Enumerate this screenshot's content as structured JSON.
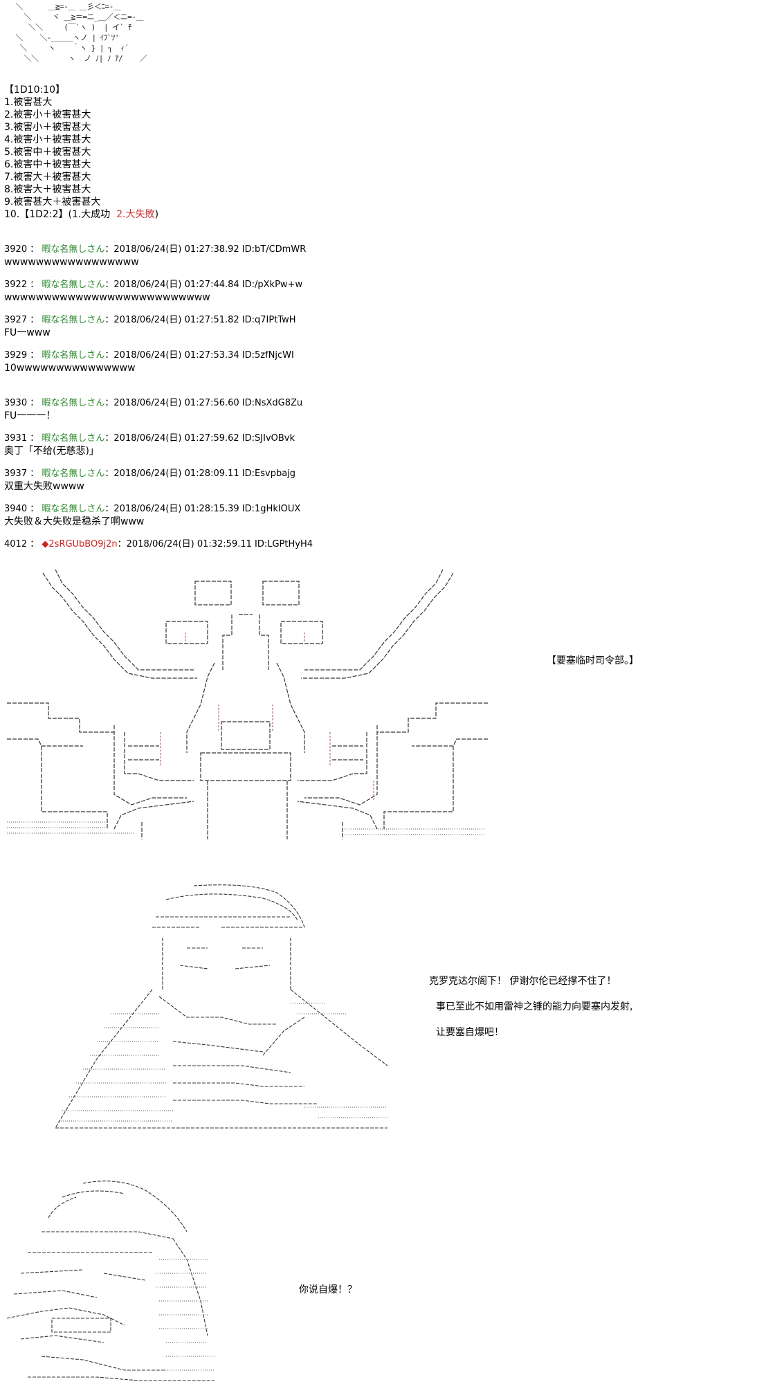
{
  "top_art": {
    "lines": [
      "  ＼      ＿≧=-＿ ＿彡＜ﾆ=-＿",
      "    ＼     ヾ ＿≧＝=ニ_＿／＜ニ=-＿",
      "     ＼＼     (￣`ヽ )  | イ` ﾁ",
      "  ＼    ＼-＿＿＿ヽノ | ｲﾌ`ﾂ'",
      "   ＼     ヽ    ｀ヽ } | ┐  ｨ´",
      "    ＼＼       ヽ  ノ ﾉ| ﾉ ｱ/    ／"
    ]
  },
  "roll_result": {
    "header": "【1D10:10】",
    "items": [
      "1.被害甚大",
      "2.被害小＋被害甚大",
      "3.被害小＋被害甚大",
      "4.被害小＋被害甚大",
      "5.被害中＋被害甚大",
      "6.被害中＋被害甚大",
      "7.被害大＋被害甚大",
      "8.被害大＋被害甚大",
      "9.被害甚大＋被害甚大"
    ],
    "item10_prefix": "10.【1D2:2】(1.大成功",
    "item10_highlight": "2.大失敗",
    "item10_suffix": ")"
  },
  "posts": [
    {
      "num": "3920",
      "sep": "：",
      "name": "暇な名無しさん",
      "date": "：2018/06/24(日) 01:27:38.92 ID:bT/CDmWR",
      "body": "wwwwwwwwwwwwwwwww"
    },
    {
      "num": "3922",
      "sep": "：",
      "name": "暇な名無しさん",
      "date": "：2018/06/24(日) 01:27:44.84 ID:/pXkPw+w",
      "body": "wwwwwwwwwwwwwwwwwwwwwwwwww"
    },
    {
      "num": "3927",
      "sep": "：",
      "name": "暇な名無しさん",
      "date": "：2018/06/24(日) 01:27:51.82 ID:q7IPtTwH",
      "body": "FU一www"
    },
    {
      "num": "3929",
      "sep": "：",
      "name": "暇な名無しさん",
      "date": "：2018/06/24(日) 01:27:53.34 ID:5zfNjcWI",
      "body": "10wwwwwwwwwwwwwww"
    },
    {
      "num": "3930",
      "sep": "：",
      "name": "暇な名無しさん",
      "date": "：2018/06/24(日) 01:27:56.60 ID:NsXdG8Zu",
      "body": "FU一一一！"
    },
    {
      "num": "3931",
      "sep": "：",
      "name": "暇な名無しさん",
      "date": "：2018/06/24(日) 01:27:59.62 ID:SJIvOBvk",
      "body": "奥丁「不给(无慈悲)」"
    },
    {
      "num": "3937",
      "sep": "：",
      "name": "暇な名無しさん",
      "date": "：2018/06/24(日) 01:28:09.11 ID:Esvpbajg",
      "body": "双重大失败wwww"
    },
    {
      "num": "3940",
      "sep": "：",
      "name": "暇な名無しさん",
      "date": "：2018/06/24(日) 01:28:15.39 ID:1gHkIOUX",
      "body": "大失败＆大失败是稳杀了啊www"
    }
  ],
  "op_post": {
    "num": "4012",
    "sep": "：",
    "trip_mark": "◆",
    "trip": "2sRGUbBO9j2n",
    "date": "：2018/06/24(日) 01:32:59.11 ID:LGPtHyH4"
  },
  "captions": {
    "fortress": "【要塞临时司令部。】",
    "speech_lines": [
      "克罗克达尔阁下！ 伊谢尔伦已经撑不住了！",
      "事已至此不如用雷神之锤的能力向要塞内发射,",
      "让要塞自爆吧！"
    ],
    "speech2": "你说自爆！？"
  },
  "colors": {
    "name_green": "#2e8b2e",
    "trip_red": "#cc2222",
    "highlight_red": "#cc3333",
    "art_lines": "#333333",
    "accent_pink": "#b04a7a"
  }
}
